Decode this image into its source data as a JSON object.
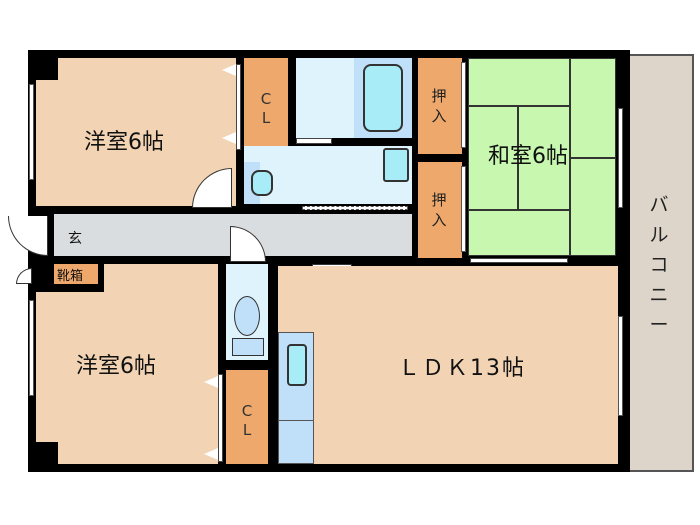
{
  "floorplan": {
    "rooms": {
      "western_room_1": {
        "label": "洋室6帖"
      },
      "western_room_2": {
        "label": "洋室6帖"
      },
      "japanese_room": {
        "label": "和室6帖"
      },
      "ldk": {
        "label": "ＬＤＫ13帖"
      },
      "closet_1": {
        "label_c": "C",
        "label_l": "L"
      },
      "closet_2": {
        "label_c": "C",
        "label_l": "L"
      },
      "oshiire_1": {
        "label_top": "押",
        "label_bottom": "入"
      },
      "oshiire_2": {
        "label_top": "押",
        "label_bottom": "入"
      },
      "entrance": {
        "label": "玄"
      },
      "shoe_box": {
        "label": "靴箱"
      },
      "balcony": {
        "chars": [
          "バ",
          "ル",
          "コ",
          "ニ",
          "ー"
        ]
      }
    },
    "colors": {
      "western": "#f2d3b3",
      "japanese": "#c8f7b0",
      "closet": "#eea86b",
      "wet_area": "#dff3fc",
      "hallway": "#dadddf",
      "balcony": "#ded5ca",
      "wall": "#000000"
    }
  }
}
